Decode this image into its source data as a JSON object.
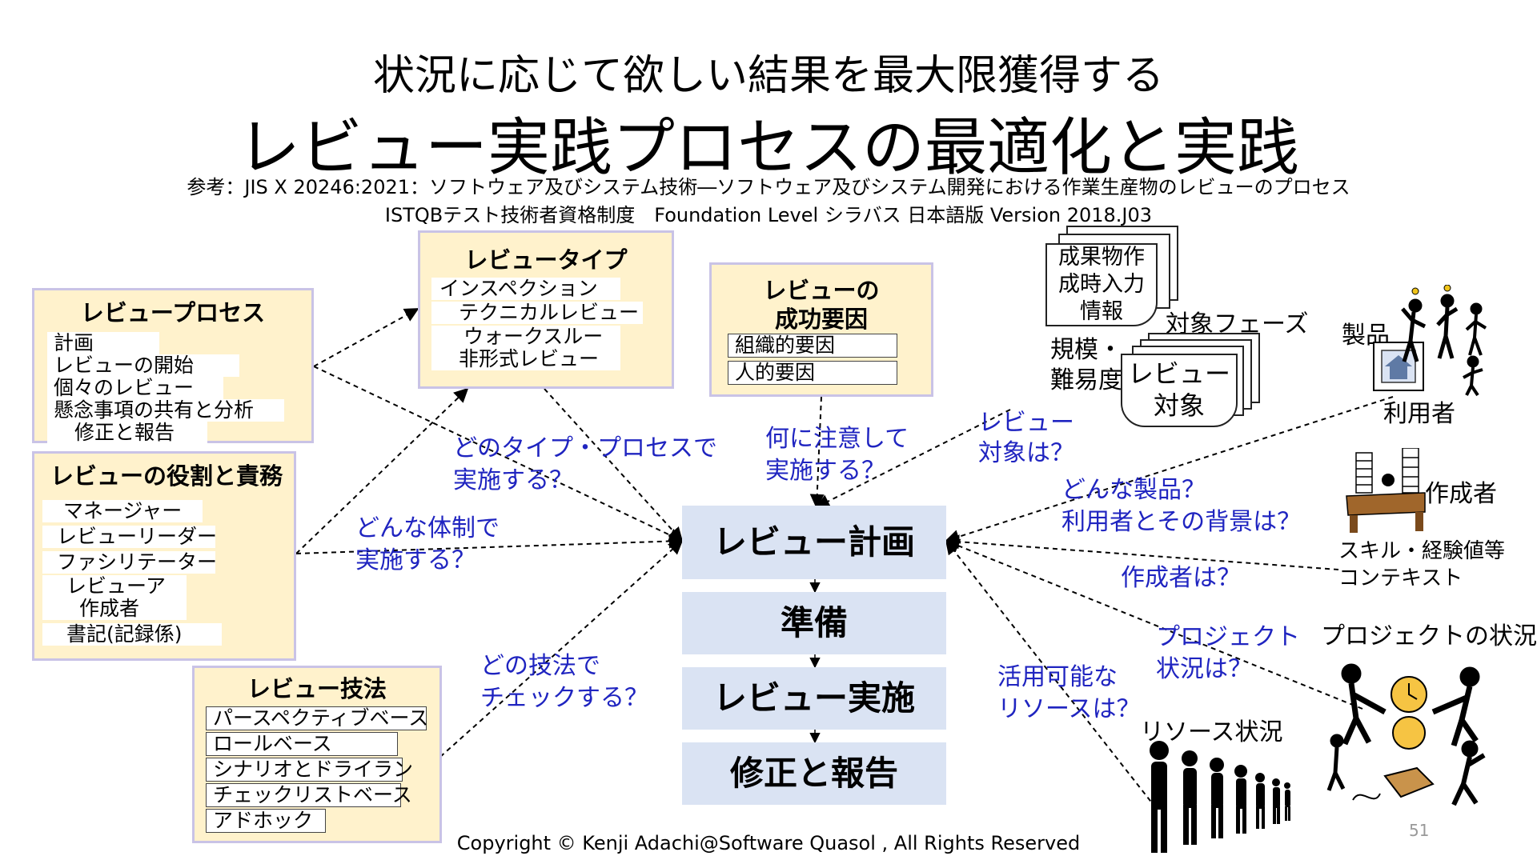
{
  "title": {
    "line1": "状況に応じて欲しい結果を最大限獲得する",
    "line2": "レビュー実践プロセスの最適化と実践"
  },
  "references": {
    "line1": "参考：JIS X 20246:2021：ソフトウェア及びシステム技術―ソフトウェア及びシステム開発における作業生産物のレビューのプロセス",
    "line2": "ISTQBテスト技術者資格制度　Foundation Level シラバス 日本語版 Version 2018.J03"
  },
  "review_process": {
    "title": "レビュープロセス",
    "items": [
      "計画",
      "レビューの開始",
      "個々のレビュー",
      "懸念事項の共有と分析",
      "修正と報告"
    ]
  },
  "review_roles": {
    "title": "レビューの役割と責務",
    "items": [
      "マネージャー",
      "レビューリーダー",
      "ファシリテーター",
      "レビューア",
      "作成者",
      "書記(記録係)"
    ]
  },
  "review_techniques": {
    "title": "レビュー技法",
    "items": [
      "パースペクティブベース",
      "ロールベース",
      "シナリオとドライラン",
      "チェックリストベース",
      "アドホック"
    ]
  },
  "review_types": {
    "title": "レビュータイプ",
    "items": [
      "インスペクション",
      "テクニカルレビュー",
      "ウォークスルー",
      "非形式レビュー"
    ]
  },
  "success_factors": {
    "title_line1": "レビューの",
    "title_line2": "成功要因",
    "items": [
      "組織的要因",
      "人的要因"
    ]
  },
  "steps": [
    "レビュー計画",
    "準備",
    "レビュー実施",
    "修正と報告"
  ],
  "questions": {
    "type_process": [
      "どのタイプ・プロセスで",
      "実施する？"
    ],
    "structure": [
      "どんな体制で",
      "実施する？"
    ],
    "technique": [
      "どの技法で",
      "チェックする？"
    ],
    "attention": [
      "何に注意して",
      "実施する？"
    ],
    "target": [
      "レビュー",
      "対象は？"
    ],
    "product": [
      "どんな製品？",
      "利用者とその背景は？"
    ],
    "author": [
      "作成者は？"
    ],
    "project": [
      "プロジェクト",
      "状況は？"
    ],
    "resources": [
      "活用可能な",
      "リソースは？"
    ]
  },
  "artifacts": {
    "doc_front": [
      "成果物作",
      "成時入力",
      "情報"
    ],
    "phase_label": "対象フェーズ",
    "scale_label": [
      "規模・",
      "難易度"
    ],
    "review_target": [
      "レビュー",
      "対象"
    ]
  },
  "context_labels": {
    "product": "製品",
    "user": "利用者",
    "author": "作成者",
    "skills": [
      "スキル・経験値等",
      "コンテキスト"
    ],
    "project_status": "プロジェクトの状況",
    "resource_status": "リソース状況"
  },
  "icons": [
    "house-icon",
    "person-figure-icon",
    "desk-worker-icon",
    "team-struggle-icon",
    "people-row-icon"
  ],
  "colors": {
    "panel_fill": "#fff2cc",
    "panel_border": "#c9c3e6",
    "step_fill": "#dae3f3",
    "question_text": "#1f24c0"
  },
  "footer": {
    "copyright": "Copyright ©  Kenji Adachi@Software Quasol , All Rights Reserved",
    "page_number": "51"
  }
}
